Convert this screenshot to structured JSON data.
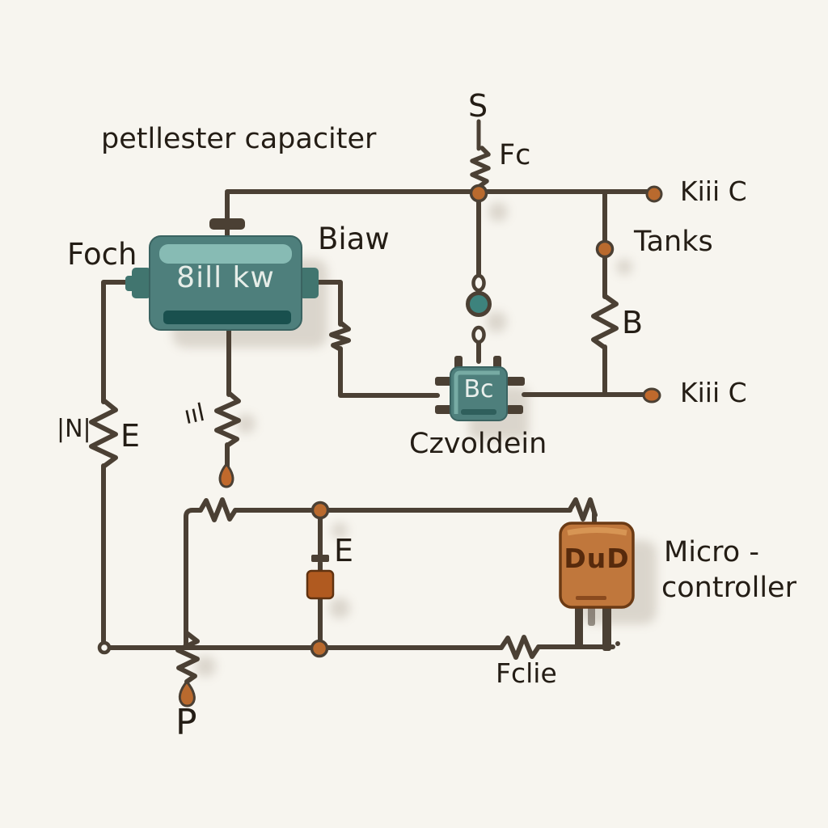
{
  "diagram": {
    "title": "petllester capaciter",
    "type": "hand-drawn circuit schematic",
    "colors": {
      "background": "#f7f5ef",
      "wire": "#4b4034",
      "teal_component": "#4e7f7c",
      "teal_highlight": "#8ec2ba",
      "teal_dark_stripe": "#19504e",
      "node_orange": "#b96a2e",
      "capacitor_orange": "#b05a20",
      "mcu_orange": "#c0773c",
      "ink": "#241d15"
    },
    "labels": {
      "source_top": "S",
      "inductor_top": "Fc",
      "rail_top_right": "Kiii C",
      "tank_node": "Tanks",
      "resistor_right": "B",
      "rail_mid_right": "Kiii C",
      "port_left": "Foch",
      "port_right": "Biaw",
      "marks_left": "|N|",
      "resistor_left": "E",
      "marks_mid": "ııl",
      "ic_caption": "Czvoldein",
      "capacitor_bottom": "E",
      "mcu_caption_line1": "Micro -",
      "mcu_caption_line2": "controller",
      "resistor_bottom": "Fclie",
      "terminal_bottom": "P"
    },
    "components": {
      "main_box_label": "8ill kw",
      "ic_box_label": "Bc",
      "mcu_box_label": "DuD"
    }
  }
}
